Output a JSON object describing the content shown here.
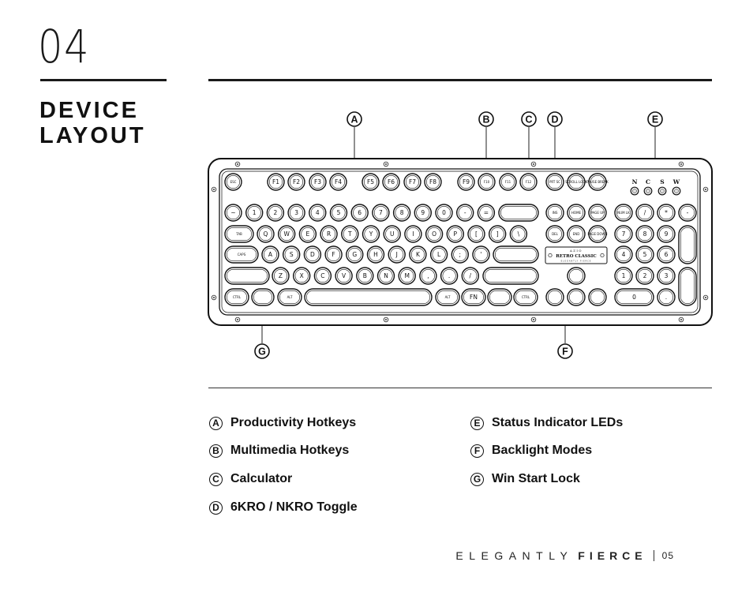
{
  "page": {
    "section_number": "04",
    "title_line_1": "DEVICE",
    "title_line_2": "LAYOUT",
    "page_number": "05"
  },
  "brand": {
    "tagline": "ELEGANTLY",
    "name": "FIERCE"
  },
  "callouts": [
    "A",
    "B",
    "C",
    "D",
    "E",
    "F",
    "G"
  ],
  "legend": [
    {
      "letter": "A",
      "label": "Productivity Hotkeys"
    },
    {
      "letter": "B",
      "label": "Multimedia Hotkeys"
    },
    {
      "letter": "C",
      "label": "Calculator"
    },
    {
      "letter": "D",
      "label": "6KRO / NKRO Toggle"
    },
    {
      "letter": "E",
      "label": "Status Indicator LEDs"
    },
    {
      "letter": "F",
      "label": "Backlight Modes"
    },
    {
      "letter": "G",
      "label": "Win Start Lock"
    }
  ],
  "keyboard": {
    "badge_brand": "AZIO",
    "badge_model": "RETRO CLASSIC",
    "badge_sub": "ELEGANTLY FIERCE",
    "indicators": [
      "N",
      "C",
      "S",
      "W"
    ],
    "function_row": [
      "ESC",
      "F1",
      "F2",
      "F3",
      "F4",
      "F5",
      "F6",
      "F7",
      "F8",
      "F9",
      "F10",
      "F11",
      "F12",
      "PRT SC",
      "SCROLL LOCK",
      "PAUSE BREAK"
    ],
    "number_row": [
      "~",
      "1",
      "2",
      "3",
      "4",
      "5",
      "6",
      "7",
      "8",
      "9",
      "0",
      "-",
      "="
    ],
    "tab_row": [
      "TAB",
      "Q",
      "W",
      "E",
      "R",
      "T",
      "Y",
      "U",
      "I",
      "O",
      "P",
      "[",
      "]",
      "\\"
    ],
    "caps_row": [
      "CAPS",
      "A",
      "S",
      "D",
      "F",
      "G",
      "H",
      "J",
      "K",
      "L",
      ";",
      "'"
    ],
    "shift_row": [
      "Z",
      "X",
      "C",
      "V",
      "B",
      "N",
      "M",
      ",",
      ".",
      "/"
    ],
    "bottom_row": [
      "CTRL",
      "ALT",
      "ALT",
      "FN",
      "CTRL"
    ],
    "nav_top": [
      "INS",
      "HOME",
      "PAGE UP"
    ],
    "nav_mid": [
      "DEL",
      "END",
      "PAGE DOWN"
    ],
    "numpad_row_1": [
      "NUM LK",
      "/",
      "*",
      "-"
    ],
    "numpad_row_2": [
      "7",
      "8",
      "9"
    ],
    "numpad_row_3": [
      "4",
      "5",
      "6"
    ],
    "numpad_row_4": [
      "1",
      "2",
      "3"
    ],
    "numpad_zero": "0",
    "numpad_dot": "."
  }
}
